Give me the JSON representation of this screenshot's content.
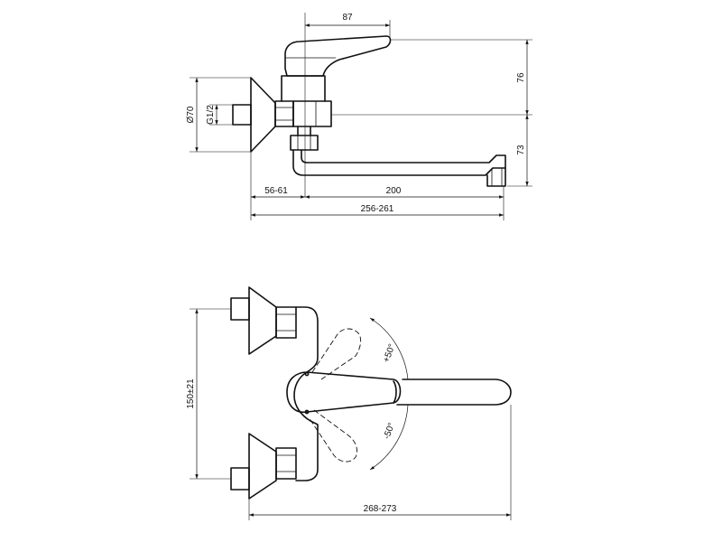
{
  "dimensions": {
    "lever_width": "87",
    "height_upper": "76",
    "height_lower": "73",
    "rosette_diameter": "Ø70",
    "thread": "G1/2",
    "wall_offset": "56-61",
    "spout_length": "200",
    "overall_side": "256-261",
    "inlet_centres": "150±21",
    "overall_top": "268-273",
    "angle_plus": "+50°",
    "angle_minus": "-50°"
  }
}
